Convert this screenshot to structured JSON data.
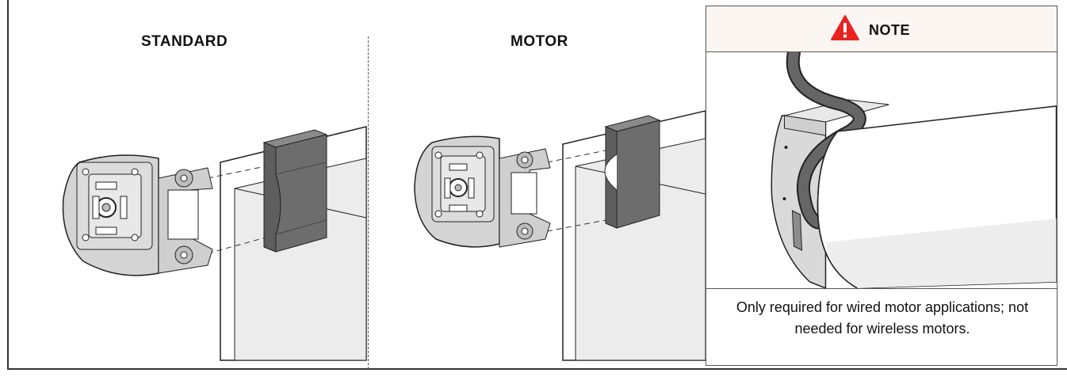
{
  "headings": {
    "standard": "STANDARD",
    "motor": "MOTOR"
  },
  "note": {
    "title": "NOTE",
    "caption": "Only required for wired motor applications; not needed for wireless motors."
  },
  "colors": {
    "warning": "#e8231f",
    "block": "#6b6b6b",
    "wall": "#ececec",
    "bracket": "#d9d9d9",
    "cable": "#555555"
  },
  "icons": [
    "warning-icon"
  ]
}
